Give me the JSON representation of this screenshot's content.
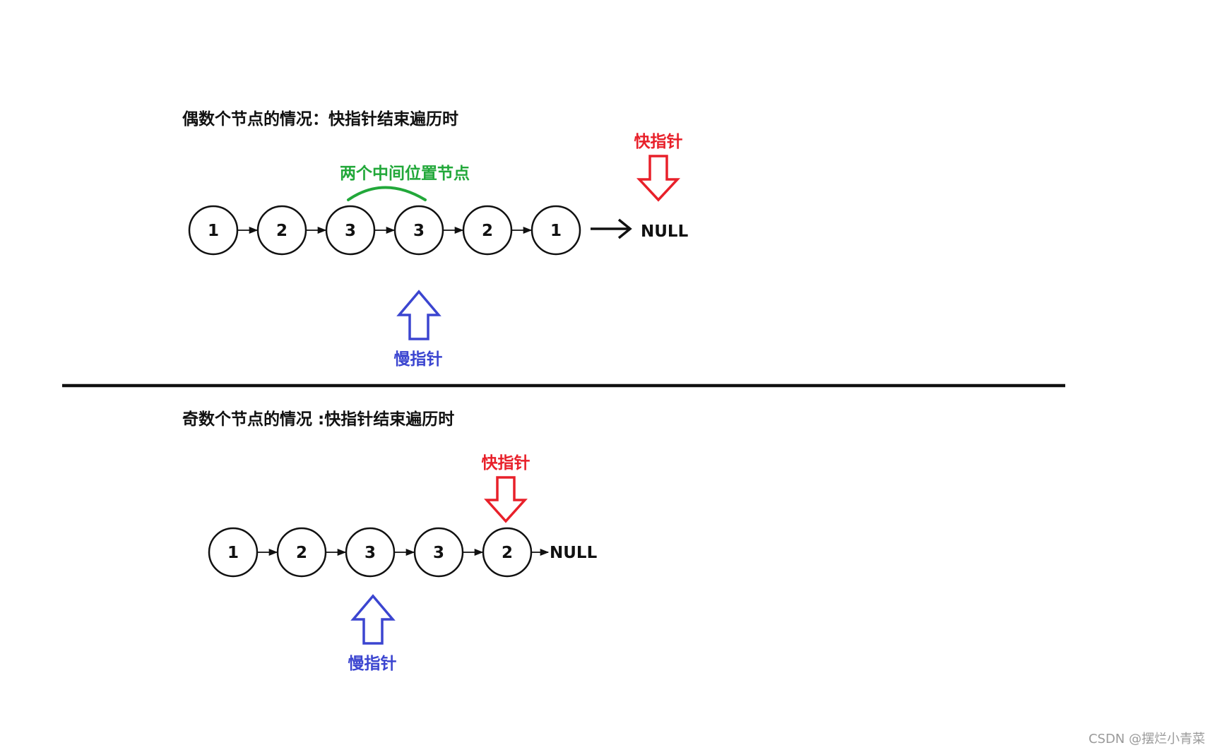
{
  "colors": {
    "fast": "#e8202a",
    "slow": "#3b45d0",
    "middle": "#22a83a",
    "ink": "#111111"
  },
  "sections": [
    {
      "id": "even",
      "title": "偶数个节点的情况：快指针结束遍历时",
      "nodes": [
        "1",
        "2",
        "3",
        "3",
        "2",
        "1"
      ],
      "null_label": "NULL",
      "fast_pointer": {
        "label": "快指针",
        "target": "null"
      },
      "slow_pointer": {
        "label": "慢指针",
        "target_index": 3
      },
      "middle_note": {
        "label": "两个中间位置节点",
        "span": [
          2,
          3
        ]
      }
    },
    {
      "id": "odd",
      "title": "奇数个节点的情况 :快指针结束遍历时",
      "nodes": [
        "1",
        "2",
        "3",
        "3",
        "2"
      ],
      "null_label": "NULL",
      "fast_pointer": {
        "label": "快指针",
        "target_index": 4
      },
      "slow_pointer": {
        "label": "慢指针",
        "target_index": 2
      }
    }
  ],
  "watermark": "CSDN @摆烂小青菜"
}
